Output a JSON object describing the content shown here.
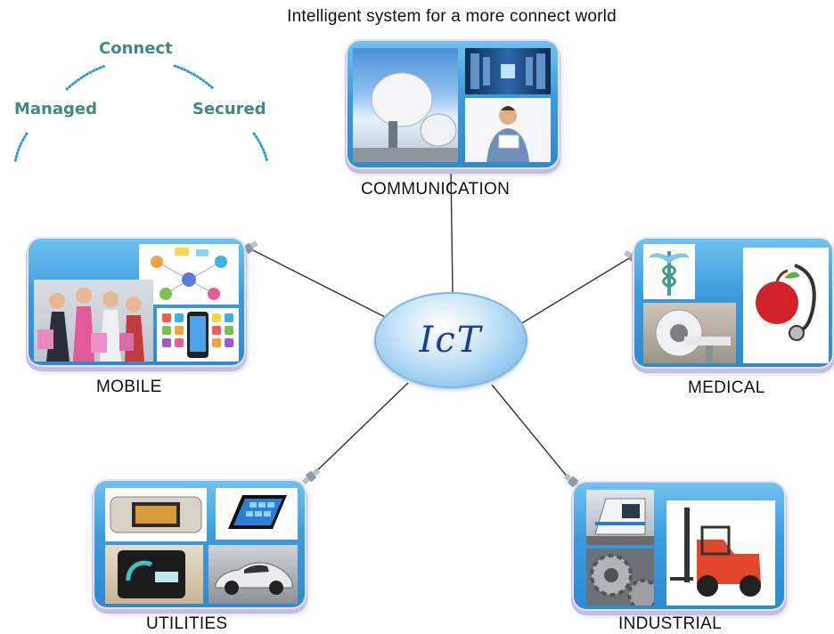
{
  "title": "Intelligent system for a more connect world",
  "arc_labels": {
    "connect": "Connect",
    "managed": "Managed",
    "secured": "Secured"
  },
  "hub": {
    "label": "IcT"
  },
  "nodes": {
    "communication": {
      "label": "COMMUNICATION"
    },
    "mobile": {
      "label": "MOBILE"
    },
    "medical": {
      "label": "MEDICAL"
    },
    "utilities": {
      "label": "UTILITIES"
    },
    "industrial": {
      "label": "INDUSTRIAL"
    }
  },
  "colors": {
    "arc_dots": "#2a9fd6",
    "arc_text": "#3f8a82",
    "card_blue": "#3a9bdc",
    "hub_text": "#1b3c9e",
    "connector": "#333333"
  }
}
